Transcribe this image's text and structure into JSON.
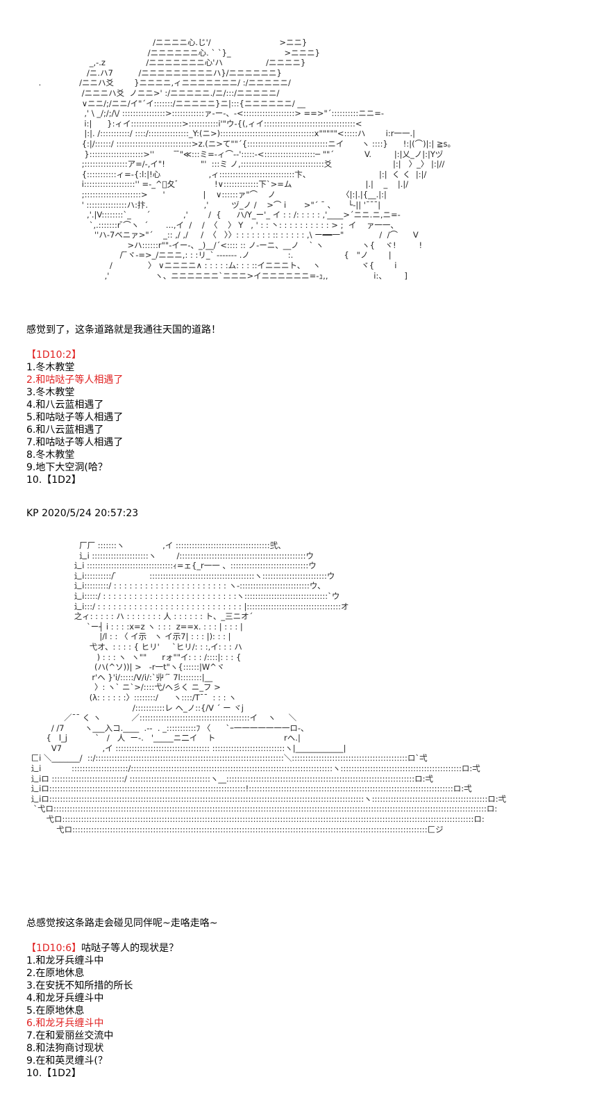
{
  "colors": {
    "text": "#000000",
    "highlight": "#e02020",
    "background": "#ffffff"
  },
  "art_block_1": [
    "                                                    /ニニニニ心.じ'/                           >ニニ}",
    "                                                  /ニニニニニニ心. ` `}_                     >ニニニ}",
    "                           _,-.z                /ニニニニニニニ心'ハ                 /ニニニニ}",
    "                          /ニ.ハ7          /ニニニニニニニニニハ}/ニニニニニニ}",
    "       .               /ニニハ爻        }ニニニニ,ィニニニニニニニ/ :/ニニニニニ/",
    "                        /ニニニハ爻  ノニニ>' :/ニニニニニ./ニ/:::/ニニニニニ/",
    "                        ∨ニニ/;/ニニ/イ\"´イ:::::::/ニニニニニ}ニ|:::{ニニニニニニ/ __",
    "                         ,' \\ _/;/;/\\/ ::::::::::::::::>::::::::::::ァ-ー-、-<:::::::::::::::::::> ==>\"´::::::::::ニニ=-",
    "                         i:|      }:ィイ:::::::::::::::::::>:::::::::::i'\"ウ-{(,ィイ::::::::::::::::::::::::::::::::::<",
    "                         |:|. /:::::::::::/ ::::/:::::::::::::::_Y:(ニ>):::::::::::::::::::::::::::::::::::x\"\"\"\"\"<:::::ハ        i:r一一.|",
    "                        {:|/::::::/ ::::::::::::::::::::::::::::>z.(ニ>て\"\"´{::::::::::::::::::::::::::::::ニイ       ヽ ::::}      !:|(⌒)|:| ≧s。",
    "                         }::::::::::::::::::::>''         ̄ ̄\"≪:::ミ=-ィ⌒--':::::-<:::::::::::::::::::─ \"\"´            V.         |:|乂_ノ|:|Yヅ",
    "                        ;::::::::::::::::ア=/-,イ\"!              \"'  :::ミ ノ,:::::::::::::::::::::::::::::::爻                        |:|   〉_〉 |:|//",
    "                        {:::::::::::ィ=-{:l:|!心                   ,ィ::::::::::::::::::::::::::::卞、                           |:|  く く  |:|/",
    "                        i:::::::::::::::::::'' =-_^゙夂ﾞ              !∨:::::::::::::下`>=ム                             |.|    _    |.|/",
    "                        ;:::::::::::::::::::::>      '               |    ∨::::::ァ\"⌒    ノ                          〈|:|.|{__.|:|",
    "                        ' :::::::::::::::ハ:抃.                      ,'         ヅ_ノ /    >⌒ i       >\"´ ¯ 、     └-|| '¯¯¯|",
    "                          ,'.|V::::::::`_      ´             ,'        /  {      ハ/Y_ー'_ イ : : /: : : : : ,'____>´ニニ.ニ,ニ=-",
    "                           `,.:::::::r ̄⌒ヽ  ´       ...,イ  /    /  〈    〉 Y   , ' : : 丶: : : : : : : : : : > ;  イ    ァ一一、",
    "                             ''ハ-7ベニァ>\"´    _:: ,/ ,/     /  〈   〉〉: : : : : : : :: : : : : : ,\\ ー━━一\"              /  /⌒      V",
    "                                          >ハ::::::r\"\"-イー-、_)__/´<:::: :: ノ-ーニ、__ノ    ` ヽ               ヽ{    ヾ!         !",
    "                                       / ̄ ̄ヾ-=>_/ニニニ,: : :リ_` ------- .ノ               :.                    {   \"ノ        |",
    "                                   /              〉 ∨ニニニニ∧ : : : : :ム: : : ::イニニニト、   ヽ                ヾ{        i",
    "                                 ,'                  ヽ、ニニニニニニ`ニニニ>イニニニニニニ=-ｭ,,                  i:、       ]"
  ],
  "art_block_2": [
    "                       厂厂 :::::::ヽ               ,イ :::::::::::::::::::::::::::::::::::弐、",
    "                       辶i :::::::::::::::::::::ヽ        /:::::::::::::::::::::::::::::::::::::::::::::::ウ",
    "                     辶i ::::::::::::::::::::::::::::::::ｨ=ェ{_r一一 、:::::::::::::::::::::::::::::ウ",
    "                     辶i::::::::::/ ̄             :::::::::::::::::::::::::::::::::::::::ヽ::::::::::::::::::::::::ウ",
    "                     辶i:::::::::/ : : : : : : : : : : : : : : : : : : : : : : ヽ-::::::::::::::::::::::::::ウ、",
    "                     辶i:::::/ : : : : : : : : : : : : : : : : : : : : : : : : : :ヽ:::::::::::::::::::::::::::::::`ウ",
    "                     辶i:::/ : : : : : : : : : : : : : : : : : : : : : : : : : : : : |:::::::::::::::::::::::::::::::::::オ",
    "                     之ィ: : : : : ハ : : : : : : : 人 : : : : : : ト、_三ニオ´",
    "                          `ー┤ i : : : :x=z ヽ : : :  z==x. : : : | : : : |",
    "                               |/l : : 〈 イ示   ヽ イ示7| : : : |): : : |",
    "                           弋オ、: : : : { ヒリ'     `ヒリ/: : :,イ: : : ハ",
    "                              ) : : : ヽ  ヽ\"\"      rォ\"\"イ: : : /::::|: : : {",
    "                             (ハ(^ソ))| >   -r一t\"ヽ{::::::|W^ヾ",
    "                            r'ヘ }'i/:::::/V/i/:`丱´ ̄ 7l::::::::|__",
    "                             〉: ヽ` ニ`>/::::弋/ヘ彡く ニ_フ >",
    "                           (λ: : : : : :〉::::::::/      ヽ::::/T¯¯  : : : ヽ",
    "                                            /:::::::::::レ ヘ_ノ::{/V ´ ー ヾj",
    "                 ／¯¯ く ヽ            ／:::::::::::::::::::::::::::::::::::::::::イ    ヽ     ＼                                    ",
    "            / /7        ヽ___入コ.____  .--  . _:::::::::::ﾌ 〈      `ｰ一一一一一一一ロ-、",
    "          {   l_j           `   /   人  ー-.   '_____ニ二イ    ト                           rヘ.|",
    "            V7                ,イ ::::::::::::::::::::::::::::::::::: :::::::::::::::::::::::::::ヽ|____________|",
    "    匚i ＼_______/  ::/::::::::::::::::::::::::::::::::::::::::::::::::::::::::::::::::::::::＼:::::::::::::::::::::::::::::::::::::::::::ロ`弌",
    "    辶i            :::::::::::::::::::::/:::::::::::::::::::::::::::::::::::::::::::::::::::::::::::::::::::::::::::ヽ:::::::::::::::::::::::::::::::::::::::::::::ロ:弌",
    "    辶iロ :::::::::::::::::::::::::::/ ::::::::::::::::::::::::::::::ヽ__::::::::::::::::::::::::::::::::::::::::::::::::::::::::::::::::::::::ロ:弌",
    "    辶iロ:::::::::::::::::::::::::::::::::::::::::::::::::::::::::::::::::::::::::!::::::::::::::::::::::::::::::::::::::::::::::::::::::::::::::::::::::::::::ロ:弌",
    "    辶iロ:::::::::::::::::::::::::::::::::::::::::::::::::::::::::::::::::::::::::::::::::::::::::::::::::::::::::::::::::::::ヽ:::::::::::::::::::::::::::::::::::::::::::ロ:弌",
    "     `弋ロ:::::::::::::::::::::::::::::::::::::::::::::::::::::::::::::::::::::::::::::::::::::::::::::::::::::::::::::::::::::::::::::::::::::::::::::::::::::::::::::::::ロ:",
    "          弋ロ:::::::::::::::::::::::::::::::::::::::::::::::::::::::::::::::::::::::::::::::::::::::::::::::::::::::::::::::::::::::::::::::::::::::::::::::::::::::::ロ:",
    "              弋ロ::::::::::::::::::::::::::::::::::::::::::::::::::::::::::::::::::::::::::::::::::::::::::::::::::::::::::::::::::::::::::::::::::::匚ジ"
  ],
  "line_1": "感觉到了，这条道路就是我通往天国的道路！",
  "roll_1": {
    "header": "【1D10:2】",
    "options": [
      "1.冬木教堂",
      "2.和咕哒子等人相遇了",
      "3.冬木教堂",
      "4.和八云蓝相遇了",
      "5.和咕哒子等人相遇了",
      "6.和八云蓝相遇了",
      "7.和咕哒子等人相遇了",
      "8.冬木教堂",
      "9.地下大空洞(哈？",
      "10.【1D2】"
    ]
  },
  "timestamp": "KP 2020/5/24 20:57:23",
  "line_2": "总感觉按这条路走会碰见同伴呢~走咯走咯~",
  "roll_2": {
    "header": "【1D10:6】",
    "question": "咕哒子等人的现状是？",
    "options": [
      "1.和龙牙兵缠斗中",
      "2.在原地休息",
      "3.在安抚不知所措的所长",
      "4.和龙牙兵缠斗中",
      "5.在原地休息",
      "6.和龙牙兵缠斗中",
      "7.在和爱丽丝交流中",
      "8.和法狗商讨现状",
      "9.在和英灵缠斗(？",
      "10.【1D2】"
    ]
  }
}
